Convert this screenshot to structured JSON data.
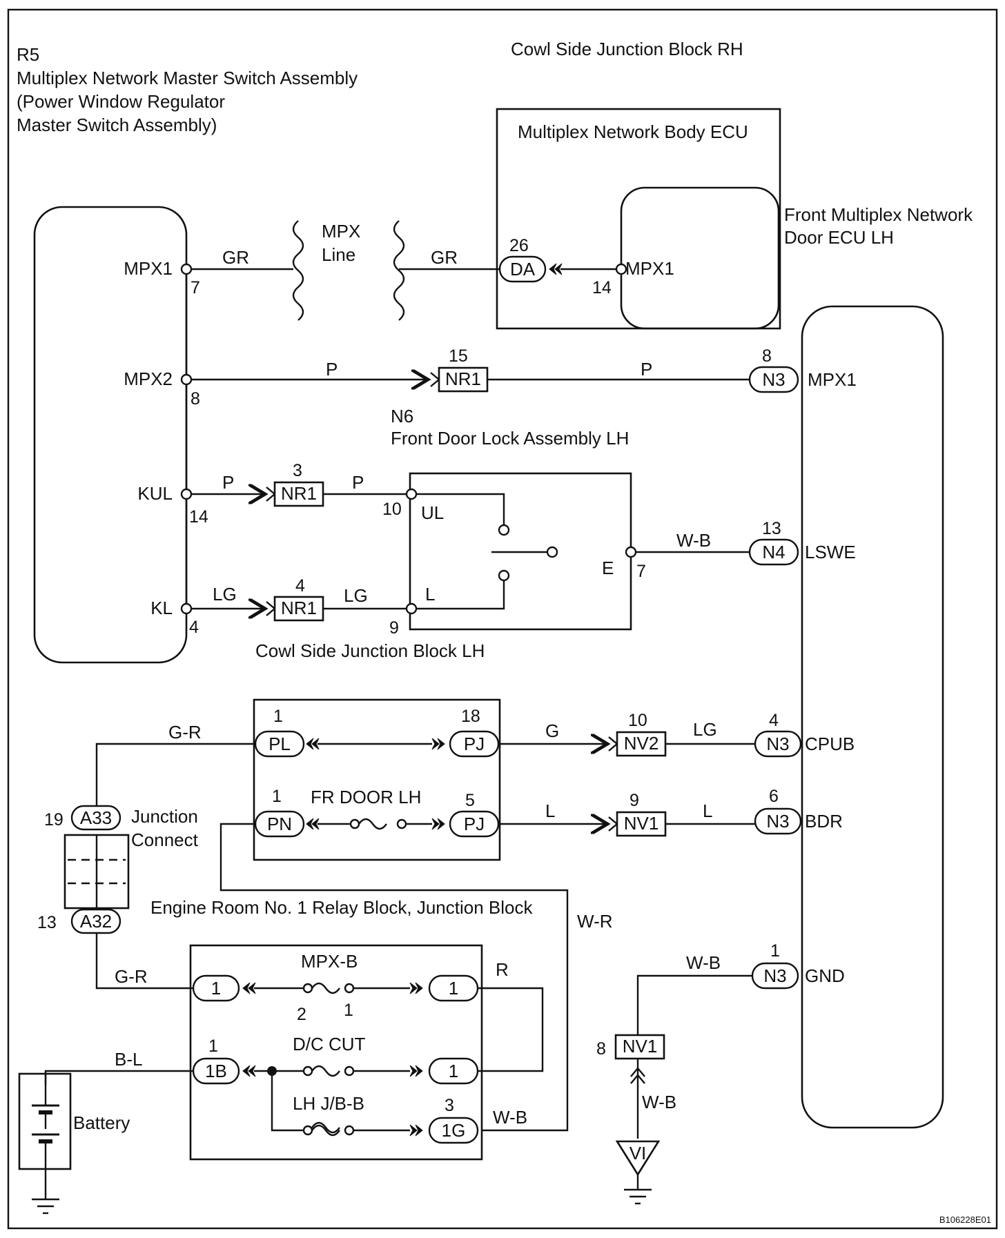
{
  "labels": {
    "r5_code": "R5",
    "r5_name_1": "Multiplex Network Master Switch Assembly",
    "r5_name_2": "(Power Window Regulator",
    "r5_name_3": "Master Switch Assembly)",
    "cowl_rh": "Cowl Side Junction Block RH",
    "body_ecu": "Multiplex Network Body ECU",
    "door_ecu_1": "Front Multiplex Network",
    "door_ecu_2": "Door ECU LH",
    "mpx_line_1": "MPX",
    "mpx_line_2": "Line",
    "n6_code": "N6",
    "n6_name": "Front Door Lock Assembly LH",
    "cowl_lh": "Cowl Side Junction Block LH",
    "junction_1": "Junction",
    "junction_2": "Connect",
    "engine_room": "Engine Room No. 1 Relay Block, Junction Block",
    "battery": "Battery",
    "ref_code": "B106228E01"
  },
  "r5_pins": {
    "mpx1_name": "MPX1",
    "mpx1_num": "7",
    "mpx2_name": "MPX2",
    "mpx2_num": "8",
    "kul_name": "KUL",
    "kul_num": "14",
    "kl_name": "KL",
    "kl_num": "4"
  },
  "wires": {
    "gr_left": "GR",
    "gr_right": "GR",
    "p_mpx2_a": "P",
    "p_mpx2_b": "P",
    "p_kul_a": "P",
    "p_kul_b": "P",
    "lg_kl_a": "LG",
    "lg_kl_b": "LG",
    "wb_lswe": "W-B",
    "gr_jc_top": "G-R",
    "gr_jc_bot": "G-R",
    "g_cpub": "G",
    "lg_cpub": "LG",
    "l_bdr_a": "L",
    "l_bdr_b": "L",
    "w_r": "W-R",
    "r_loop": "R",
    "b_l": "B-L",
    "w_b_ljb": "W-B",
    "wb_gnd": "W-B",
    "wb_vi": "W-B"
  },
  "connectors": {
    "da": {
      "code": "DA",
      "pin": "26"
    },
    "ecu_mpx1": {
      "name": "MPX1",
      "pin": "14"
    },
    "nr1_mpx2": {
      "code": "NR1",
      "pin": "15"
    },
    "n3_mpx1": {
      "code": "N3",
      "pin": "8",
      "name": "MPX1"
    },
    "nr1_kul": {
      "code": "NR1",
      "pin": "3"
    },
    "nr1_kl": {
      "code": "NR1",
      "pin": "4"
    },
    "n6_ul": {
      "pin": "10",
      "name": "UL"
    },
    "n6_l": {
      "pin": "9",
      "name": "L"
    },
    "n6_e": {
      "pin": "7",
      "name": "E"
    },
    "n4_lswe": {
      "code": "N4",
      "pin": "13",
      "name": "LSWE"
    },
    "pl": {
      "code": "PL",
      "pin": "1"
    },
    "pj_18": {
      "code": "PJ",
      "pin": "18"
    },
    "pn": {
      "code": "PN",
      "pin": "1"
    },
    "pj_5": {
      "code": "PJ",
      "pin": "5"
    },
    "fr_door_lh": "FR DOOR LH",
    "nv2": {
      "code": "NV2",
      "pin": "10"
    },
    "n3_cpub": {
      "code": "N3",
      "pin": "4",
      "name": "CPUB"
    },
    "nv1_bdr": {
      "code": "NV1",
      "pin": "9"
    },
    "n3_bdr": {
      "code": "N3",
      "pin": "6",
      "name": "BDR"
    },
    "a33": {
      "code": "A33",
      "pin": "19"
    },
    "a32": {
      "code": "A32",
      "pin": "13"
    },
    "mpx_b": {
      "name": "MPX-B",
      "pin_a": "2",
      "pin_b": "1"
    },
    "jb_1_left": {
      "code": "1"
    },
    "jb_1_right": {
      "code": "1"
    },
    "dc_cut": {
      "name": "D/C CUT"
    },
    "jb_1b": {
      "code": "1B",
      "pin": "1"
    },
    "jb_1_mid": {
      "code": "1"
    },
    "lh_jb_b": {
      "name": "LH J/B-B"
    },
    "jb_1g": {
      "code": "1G",
      "pin": "3"
    },
    "n3_gnd": {
      "code": "N3",
      "pin": "1",
      "name": "GND"
    },
    "nv1_gnd": {
      "code": "NV1",
      "pin": "8"
    },
    "vi": {
      "code": "VI"
    }
  }
}
